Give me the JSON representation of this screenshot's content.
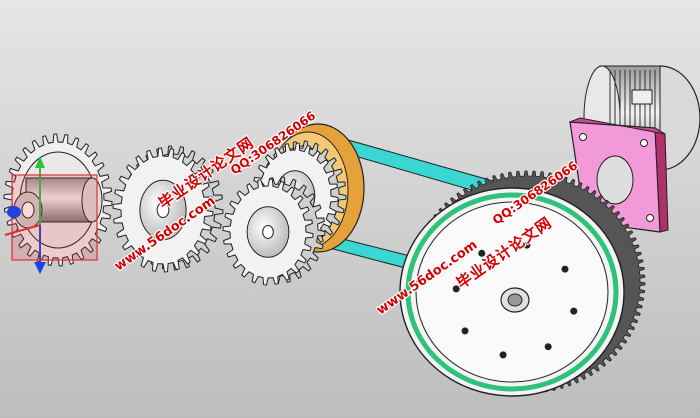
{
  "watermarks": {
    "wm1_cn": "毕业设计论文网",
    "wm1_url": "www.56doc.com",
    "wm1_qq": "QQ:306826066",
    "wm2_cn": "毕业设计论文网",
    "wm2_url": "www.56doc.com",
    "wm2_qq": "QQ:306826066"
  },
  "colors": {
    "background": "#cfcfcf",
    "belt": "#3ad6d2",
    "pulley_orange": "#e6a23a",
    "motor_flange": "#f29ad8",
    "flange_edge": "#b0306a",
    "wheel_rim": "#2ec27a",
    "triad_red": "#e03030",
    "triad_green": "#30c040",
    "triad_blue": "#2040e0"
  },
  "icons": {
    "coordinate_triad": "coordinate-triad-icon"
  }
}
